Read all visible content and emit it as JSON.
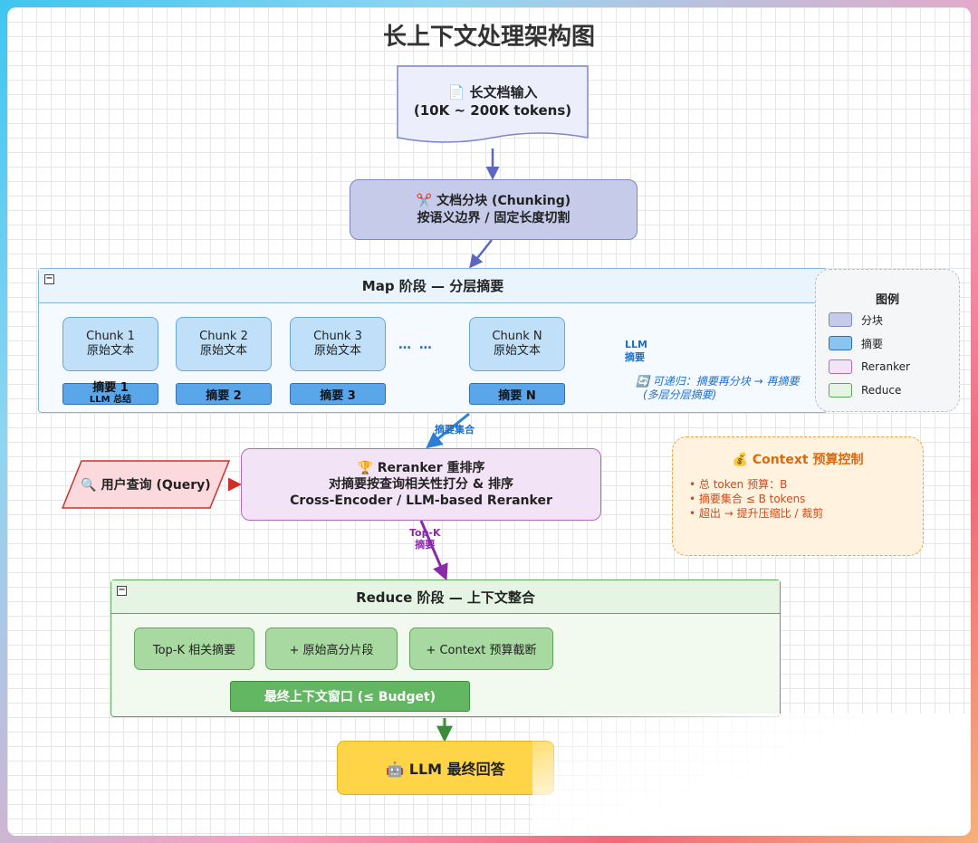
{
  "title": "长上下文处理架构图",
  "doc_input": {
    "line1": "📄 长文档输入",
    "line2": "(10K ~ 200K tokens)"
  },
  "chunking": {
    "line1": "✂️ 文档分块 (Chunking)",
    "line2": "按语义边界 / 固定长度切割"
  },
  "map": {
    "header": "Map 阶段 — 分层摘要",
    "collapse_glyph": "−",
    "chunks": [
      {
        "name": "Chunk 1",
        "desc": "原始文本",
        "summary": "摘要 1",
        "summary_sub": "LLM 总结"
      },
      {
        "name": "Chunk 2",
        "desc": "原始文本",
        "summary": "摘要 2"
      },
      {
        "name": "Chunk 3",
        "desc": "原始文本",
        "summary": "摘要 3"
      },
      {
        "name": "Chunk N",
        "desc": "原始文本",
        "summary": "摘要 N"
      }
    ],
    "dots": "… …",
    "llm_note": [
      "LLM",
      "摘要"
    ],
    "recursion_note": [
      "🔄 可递归：摘要再分块 → 再摘要",
      "(多层分层摘要)"
    ]
  },
  "legend": {
    "title": "图例",
    "items": [
      {
        "label": "分块",
        "color": "#c5cbe9",
        "border": "#7c86c9"
      },
      {
        "label": "摘要",
        "color": "#8cc4f0",
        "border": "#2f6fb4"
      },
      {
        "label": "Reranker",
        "color": "#f3e3f6",
        "border": "#b06cc4"
      },
      {
        "label": "Reduce",
        "color": "#e6f4e4",
        "border": "#5da55a"
      }
    ]
  },
  "summary_set_label": "摘要集合",
  "query": "🔍 用户查询 (Query)",
  "reranker": {
    "line1": "🏆 Reranker 重排序",
    "line2": "对摘要按查询相关性打分 & 排序",
    "line3": "Cross-Encoder / LLM-based Reranker"
  },
  "budget": {
    "title": "💰 Context 预算控制",
    "items": [
      "• 总 token 预算：B",
      "• 摘要集合 ≤ B tokens",
      "• 超出 → 提升压缩比 / 裁剪"
    ]
  },
  "topk_label": [
    "Top-K",
    "摘要"
  ],
  "reduce": {
    "header": "Reduce 阶段 — 上下文整合",
    "collapse_glyph": "−",
    "inputs": [
      "Top-K 相关摘要",
      "+ 原始高分片段",
      "+ Context 预算截断"
    ],
    "final_window": "最终上下文窗口 (≤ Budget)"
  },
  "answer": "🤖 LLM 最终回答",
  "colors": {
    "arrow_blue": "#5a68c0",
    "arrow_map": "#2d7fd6",
    "arrow_query": "#d0302a",
    "arrow_topk": "#8a2aa8",
    "arrow_reduce": "#3a8c3a"
  }
}
